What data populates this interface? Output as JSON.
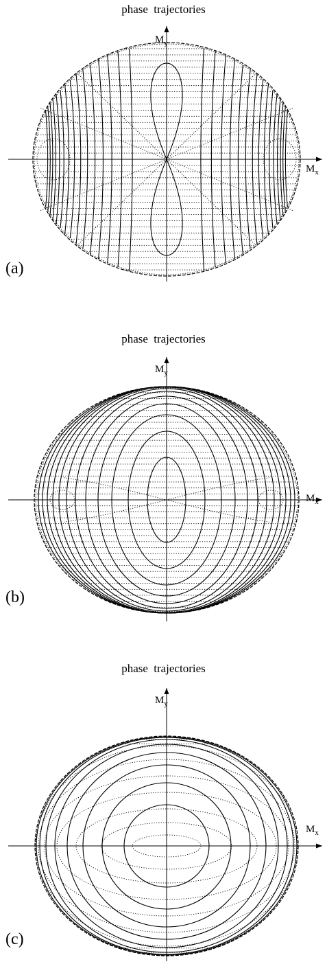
{
  "panels": [
    {
      "id": "a",
      "title": "phase  trajectories",
      "label": "(a)",
      "x_axis_label": "M",
      "x_axis_sub": "x",
      "y_axis_label": "M",
      "y_axis_sub": "y"
    },
    {
      "id": "b",
      "title": "phase  trajectories",
      "label": "(b)",
      "x_axis_label": "M",
      "x_axis_sub": "x",
      "y_axis_label": "M",
      "y_axis_sub": "y"
    },
    {
      "id": "c",
      "title": "phase  trajectories",
      "label": "(c)",
      "x_axis_label": "M",
      "x_axis_sub": "x",
      "y_axis_label": "M",
      "y_axis_sub": "y"
    }
  ],
  "colors": {
    "stroke": "#000000",
    "background": "#ffffff"
  }
}
